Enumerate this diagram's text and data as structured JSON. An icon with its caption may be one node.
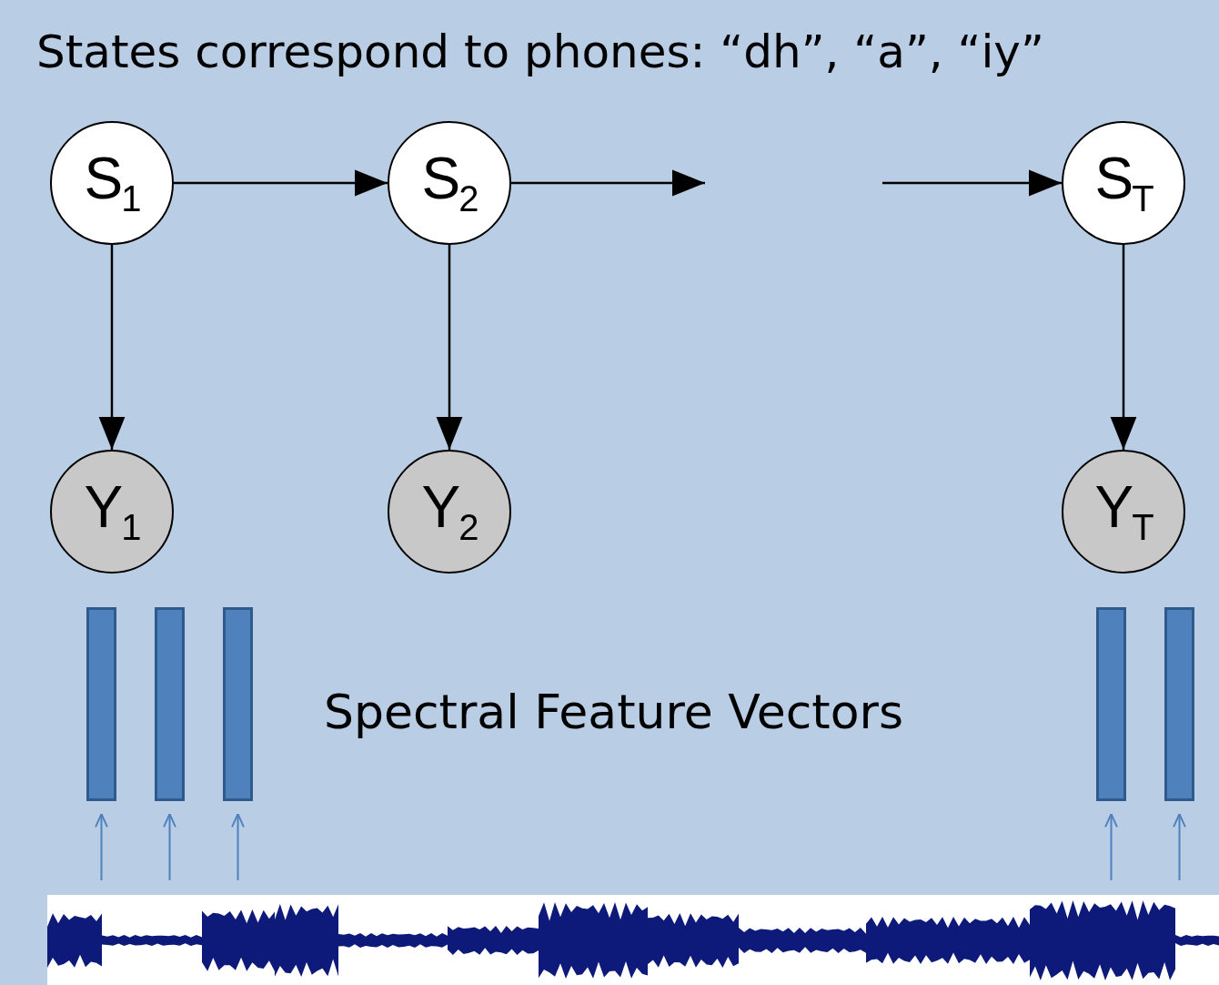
{
  "diagram": {
    "title": "States correspond to phones: “dh”, “a”, “iy”",
    "nodes": [
      {
        "text": [
          "S$_{1}$"
        ]
      },
      {
        "text": [
          "S$_{2}$"
        ]
      },
      {
        "text": [
          "S$_{T}$"
        ]
      },
      {
        "text": [
          "Y$_{1}$"
        ]
      },
      {
        "text": [
          "Y$_{2}$"
        ]
      },
      {
        "text": [
          "Y$_{T}$"
        ]
      },
      {
        "text": [],
        "shape": "bar"
      },
      {
        "text": [],
        "shape": "bar"
      },
      {
        "text": [],
        "shape": "bar"
      },
      {
        "text": [],
        "shape": "bar"
      },
      {
        "text": [],
        "shape": "bar"
      },
      {
        "text": [],
        "shape": "picture"
      }
    ],
    "edges": [
      {
        "from": 0,
        "to": 1,
        "arrow": "to"
      },
      {
        "from": 1,
        "to": null,
        "arrow": "to"
      },
      {
        "from": null,
        "to": 2,
        "arrow": "to"
      },
      {
        "from": 0,
        "to": 3,
        "arrow": "to"
      },
      {
        "from": 1,
        "to": 4,
        "arrow": "to"
      },
      {
        "from": 2,
        "to": 5,
        "arrow": "to"
      },
      {
        "from": 11,
        "to": 6,
        "arrow": "to",
        "color": "#4f81bd"
      },
      {
        "from": 11,
        "to": 7,
        "arrow": "to",
        "color": "#4f81bd"
      },
      {
        "from": 11,
        "to": 8,
        "arrow": "to",
        "color": "#4f81bd"
      },
      {
        "from": 11,
        "to": 9,
        "arrow": "to",
        "color": "#4f81bd"
      },
      {
        "from": 11,
        "to": 10,
        "arrow": "to",
        "color": "#4f81bd"
      }
    ],
    "labels": [
      "Spectral Feature Vectors"
    ]
  }
}
